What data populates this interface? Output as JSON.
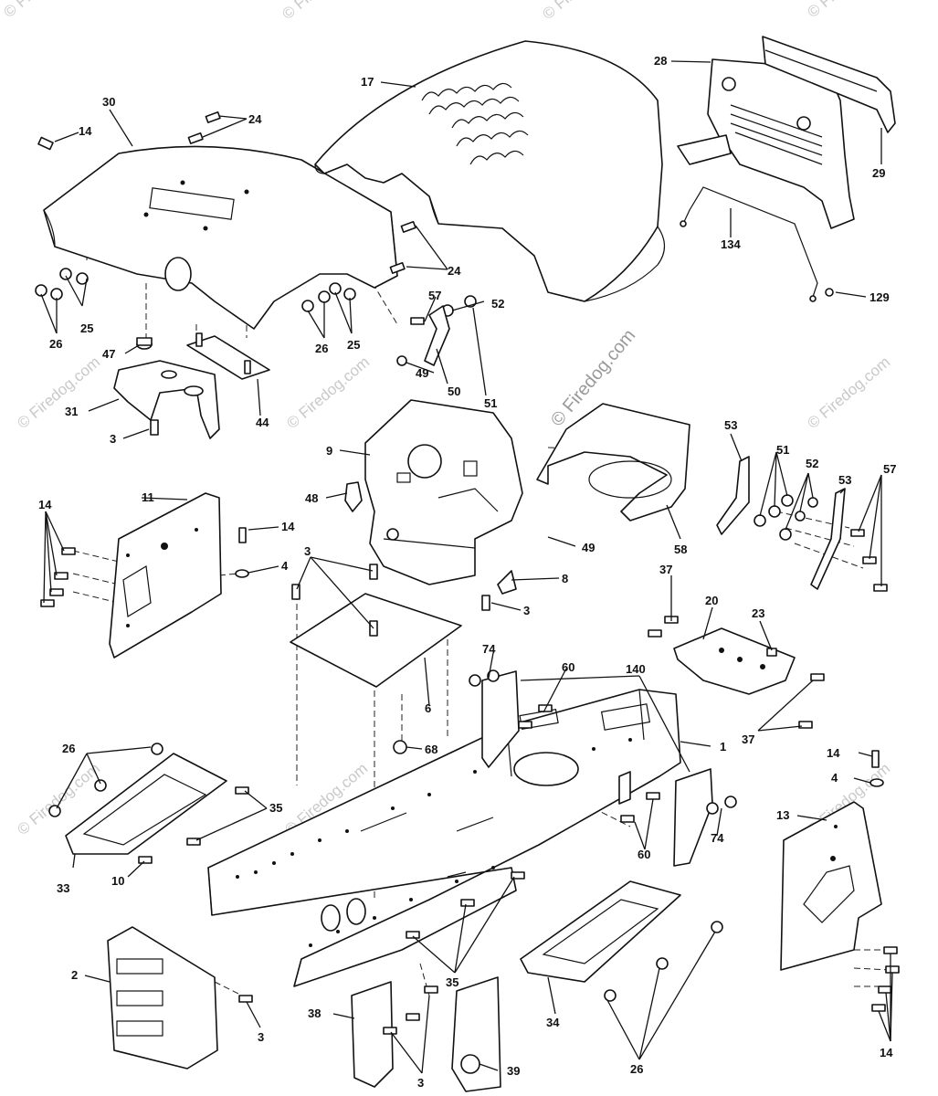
{
  "watermark": {
    "text": "© Firedog.com",
    "color": "#c9c9c9"
  },
  "callouts": {
    "c1": "1",
    "c2": "2",
    "c3a": "3",
    "c3b": "3",
    "c3c": "3",
    "c3d": "3",
    "c3e": "3",
    "c4a": "4",
    "c4b": "4",
    "c6": "6",
    "c8": "8",
    "c9": "9",
    "c10": "10",
    "c11": "11",
    "c13": "13",
    "c14a": "14",
    "c14b": "14",
    "c14c": "14",
    "c14d": "14",
    "c14e": "14",
    "c17": "17",
    "c20": "20",
    "c23": "23",
    "c24a": "24",
    "c24b": "24",
    "c25a": "25",
    "c25b": "25",
    "c26a": "26",
    "c26b": "26",
    "c26c": "26",
    "c26d": "26",
    "c28": "28",
    "c29": "29",
    "c30": "30",
    "c31": "31",
    "c33": "33",
    "c34": "34",
    "c35a": "35",
    "c35b": "35",
    "c37a": "37",
    "c37b": "37",
    "c38": "38",
    "c39": "39",
    "c44": "44",
    "c47": "47",
    "c48": "48",
    "c49a": "49",
    "c49b": "49",
    "c50": "50",
    "c51a": "51",
    "c51b": "51",
    "c52a": "52",
    "c52b": "52",
    "c53a": "53",
    "c53b": "53",
    "c57a": "57",
    "c57b": "57",
    "c58": "58",
    "c60a": "60",
    "c60b": "60",
    "c68": "68",
    "c74a": "74",
    "c74b": "74",
    "c129": "129",
    "c134": "134",
    "c140": "140"
  }
}
